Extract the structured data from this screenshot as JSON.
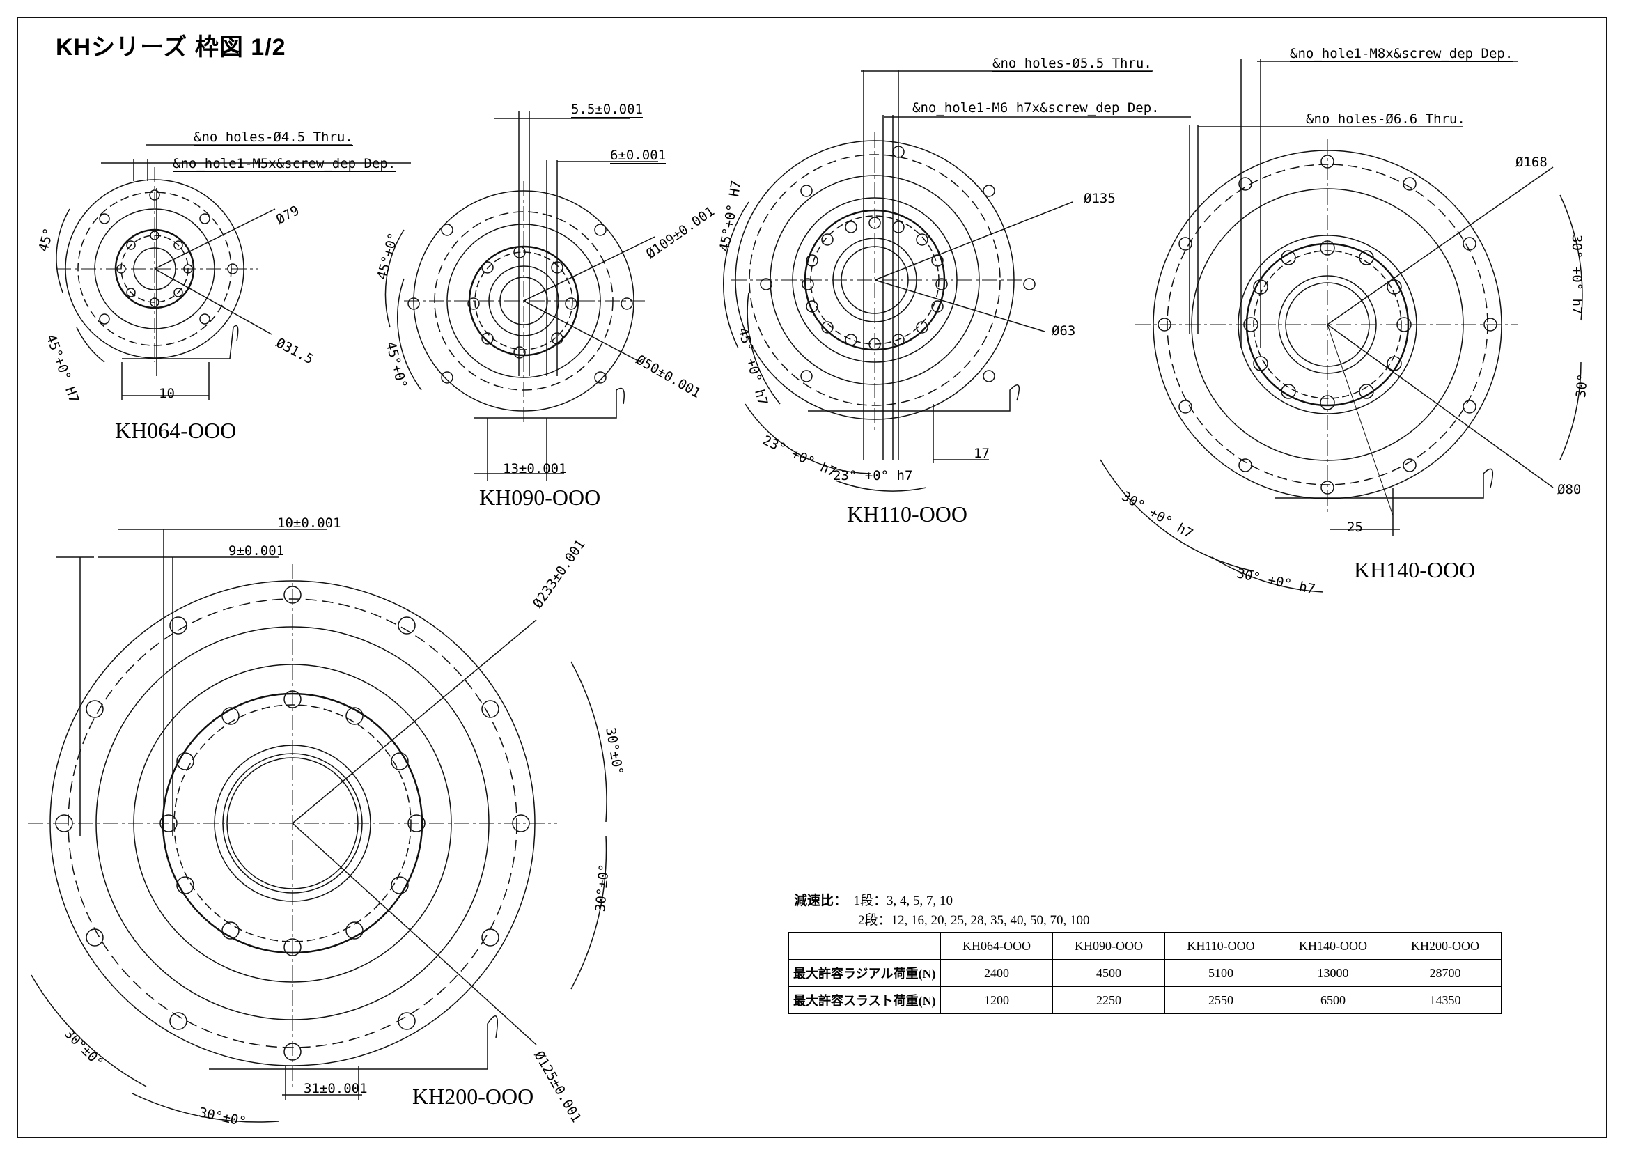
{
  "title": "KHシリーズ 枠図 1/2",
  "drawings": {
    "kh064": {
      "model": "KH064-OOO",
      "note_holes": "&no holes-Ø4.5 Thru.",
      "note_tap": "&no_hole1-M5x&screw_dep Dep.",
      "d_outer": "Ø79",
      "d_inner": "Ø31.5",
      "width": "10",
      "angle_a": "45°",
      "angle_b": "45°+0° H7"
    },
    "kh090": {
      "model": "KH090-OOO",
      "dim_a": "5.5±0.001",
      "dim_b": "6±0.001",
      "d_outer": "Ø109±0.001",
      "d_inner": "Ø50±0.001",
      "width": "13±0.001",
      "angle_a": "45°+0°",
      "angle_b": "45°+0°"
    },
    "kh110": {
      "model": "KH110-OOO",
      "note_holes": "&no holes-Ø5.5 Thru.",
      "note_tap": "&no_hole1-M6 h7x&screw_dep Dep.",
      "d_outer": "Ø135",
      "d_inner": "Ø63",
      "width": "17",
      "angle_a": "45°+0° H7",
      "angle_b": "45° +0° h7",
      "angle_c": "23° +0° h7",
      "angle_d": "23° +0° h7"
    },
    "kh140": {
      "model": "KH140-OOO",
      "note_tap": "&no_hole1-M8x&screw_dep Dep.",
      "note_holes": "&no holes-Ø6.6 Thru.",
      "d_outer": "Ø168",
      "d_inner": "Ø80",
      "width": "25",
      "angle_a": "30° +0° h7",
      "angle_b": "30°",
      "angle_c": "30° +0° h7",
      "angle_d": "30° +0° h7"
    },
    "kh200": {
      "model": "KH200-OOO",
      "dim_a": "10±0.001",
      "dim_b": "9±0.001",
      "d_outer": "Ø233±0.001",
      "d_inner": "Ø125±0.001",
      "width": "31±0.001",
      "angle_a": "30°±0°",
      "angle_b": "30°±0°",
      "angle_c": "30°±0°",
      "angle_d": "30°±0°"
    }
  },
  "ratio": {
    "label": "減速比：",
    "stage1": "1段：3, 4, 5, 7, 10",
    "stage2": "2段：12, 16, 20, 25, 28, 35, 40, 50, 70, 100"
  },
  "table": {
    "headers": [
      "",
      "KH064-OOO",
      "KH090-OOO",
      "KH110-OOO",
      "KH140-OOO",
      "KH200-OOO"
    ],
    "rows": [
      {
        "label": "最大許容ラジアル荷重(N)",
        "values": [
          "2400",
          "4500",
          "5100",
          "13000",
          "28700"
        ]
      },
      {
        "label": "最大許容スラスト荷重(N)",
        "values": [
          "1200",
          "2250",
          "2550",
          "6500",
          "14350"
        ]
      }
    ]
  }
}
